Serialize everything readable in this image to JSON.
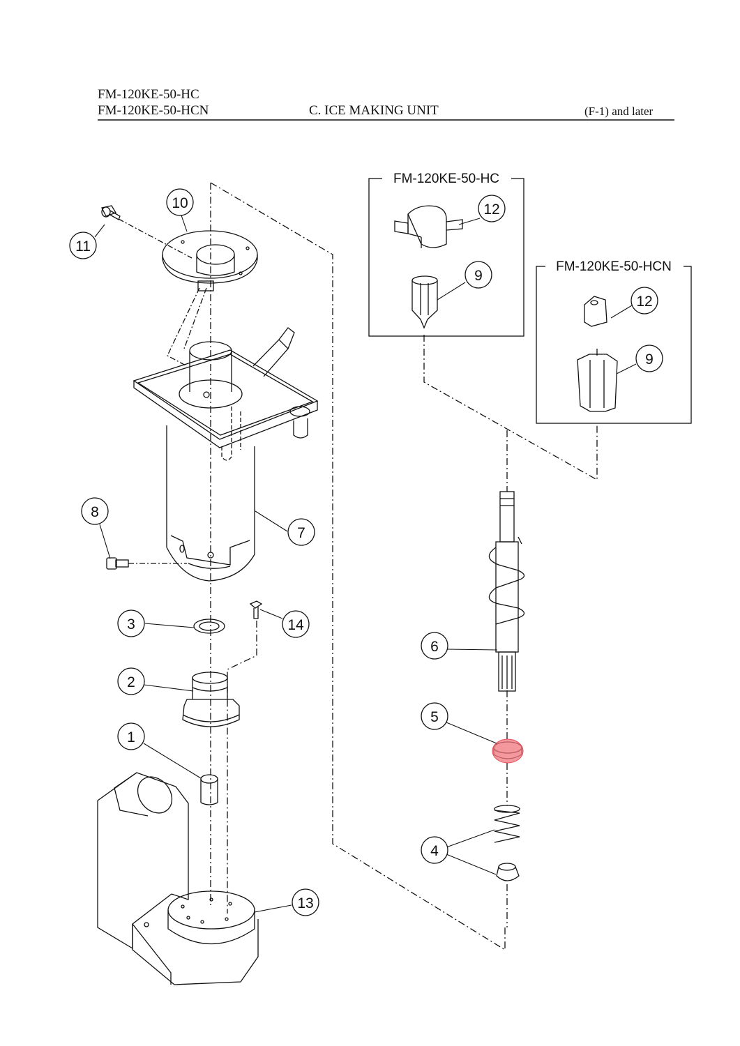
{
  "header": {
    "model_line_1": "FM-120KE-50-HC",
    "model_line_2": "FM-120KE-50-HCN",
    "section_title": "C. ICE MAKING UNIT",
    "serial_range": "(F-1) and later"
  },
  "variant_boxes": [
    {
      "label": "FM-120KE-50-HC"
    },
    {
      "label": "FM-120KE-50-HCN"
    }
  ],
  "callouts": {
    "p1": "1",
    "p2": "2",
    "p3": "3",
    "p4": "4",
    "p5": "5",
    "p6": "6",
    "p7": "7",
    "p8": "8",
    "p9a": "9",
    "p9b": "9",
    "p10": "10",
    "p11": "11",
    "p12a": "12",
    "p12b": "12",
    "p13": "13",
    "p14": "14"
  },
  "highlight": {
    "part": "5",
    "color": "#f0767e"
  }
}
